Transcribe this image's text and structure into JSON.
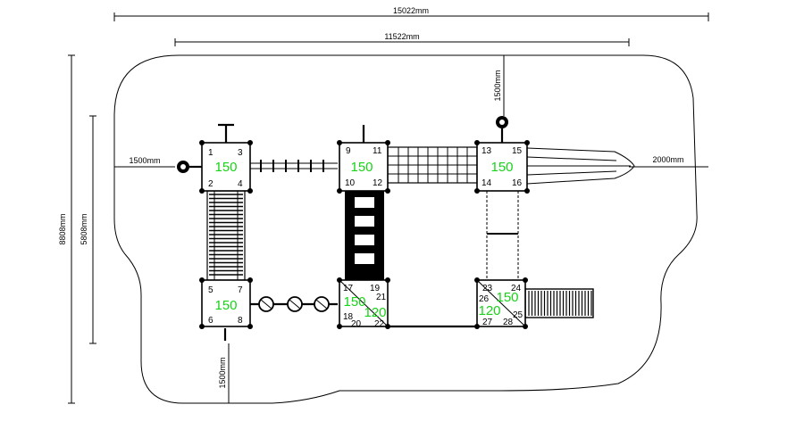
{
  "dimensions": {
    "overall_width": "15022mm",
    "inner_width": "11522mm",
    "overall_height": "8808mm",
    "inner_height": "5808mm",
    "left_clearance": "1500mm",
    "right_clearance": "2000mm",
    "top_clearance": "1500mm",
    "bottom_clearance": "1500mm"
  },
  "decks": [
    {
      "height": "150",
      "posts": [
        "1",
        "2",
        "3",
        "4"
      ]
    },
    {
      "height": "150",
      "posts": [
        "5",
        "6",
        "7",
        "8"
      ]
    },
    {
      "height": "150",
      "posts": [
        "9",
        "10",
        "11",
        "12"
      ]
    },
    {
      "height_top": "150",
      "height_bottom": "120",
      "posts": [
        "17",
        "18",
        "19",
        "20",
        "21",
        "22"
      ]
    },
    {
      "height": "150",
      "posts": [
        "13",
        "14",
        "15",
        "16"
      ]
    },
    {
      "height_top": "150",
      "height_bottom": "120",
      "posts": [
        "23",
        "24",
        "25",
        "26",
        "27",
        "28"
      ]
    }
  ],
  "colors": {
    "height_label": "#19d219",
    "line": "#000000"
  }
}
